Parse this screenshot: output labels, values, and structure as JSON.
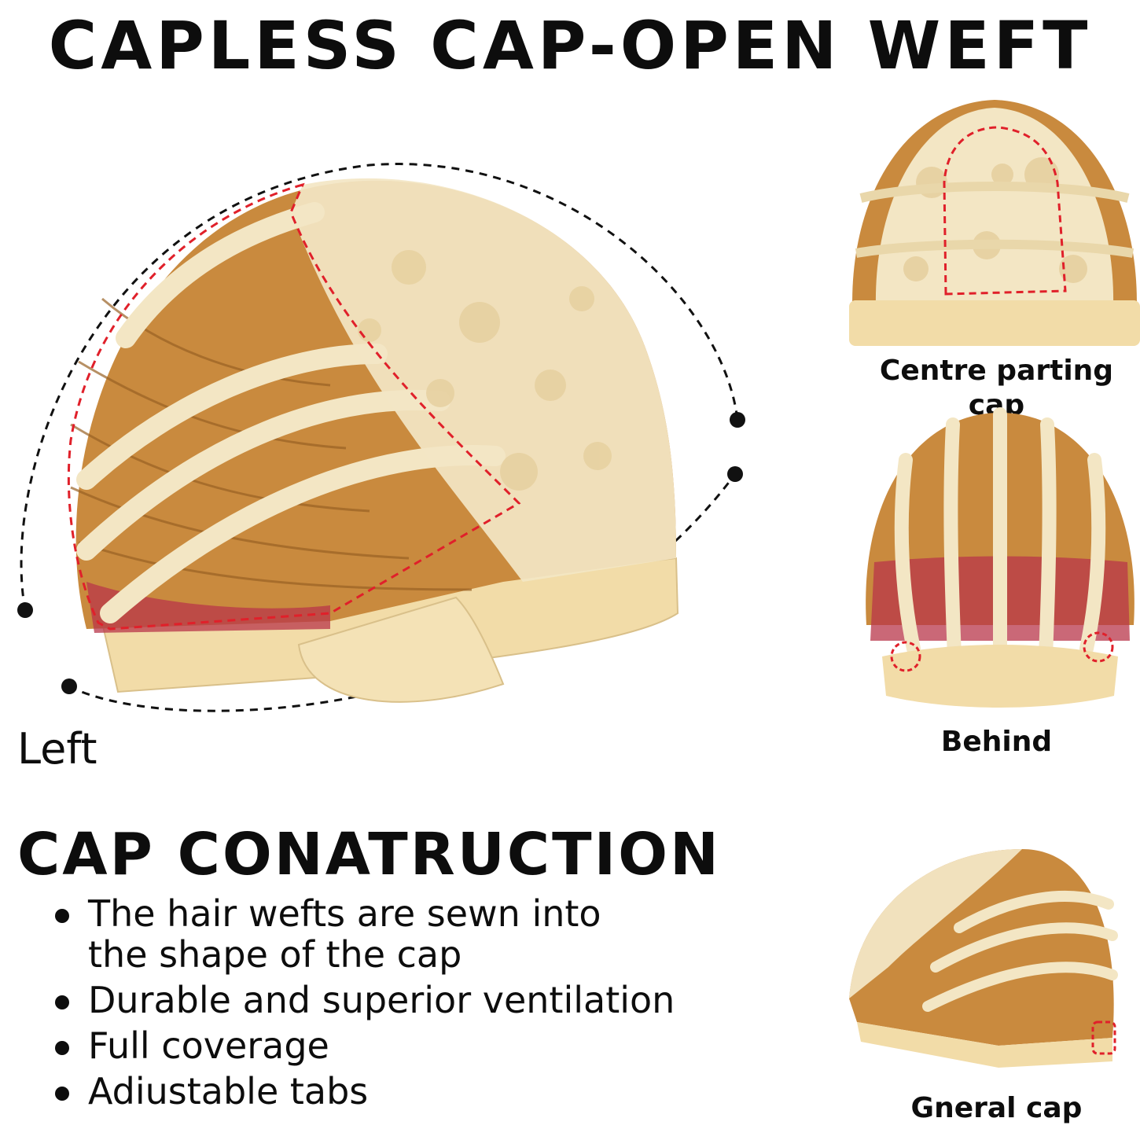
{
  "title": "CAPLESS CAP-OPEN WEFT",
  "main_view_label": "Left",
  "section_heading": "CAP CONATRUCTION",
  "features": [
    "The hair wefts are sewn into the shape of the cap",
    "Durable and superior ventilation",
    "Full coverage",
    "Adiustable tabs"
  ],
  "views": [
    {
      "label": "Centre parting cap"
    },
    {
      "label": "Behind"
    },
    {
      "label": "Gneral cap"
    }
  ],
  "colors": {
    "hair": "#c98a3e",
    "hair_dark": "#a86c2a",
    "lace": "#f3e6c4",
    "band": "#f2dca8",
    "red_weft": "#b8364a",
    "highlight_red": "#e0202a"
  }
}
